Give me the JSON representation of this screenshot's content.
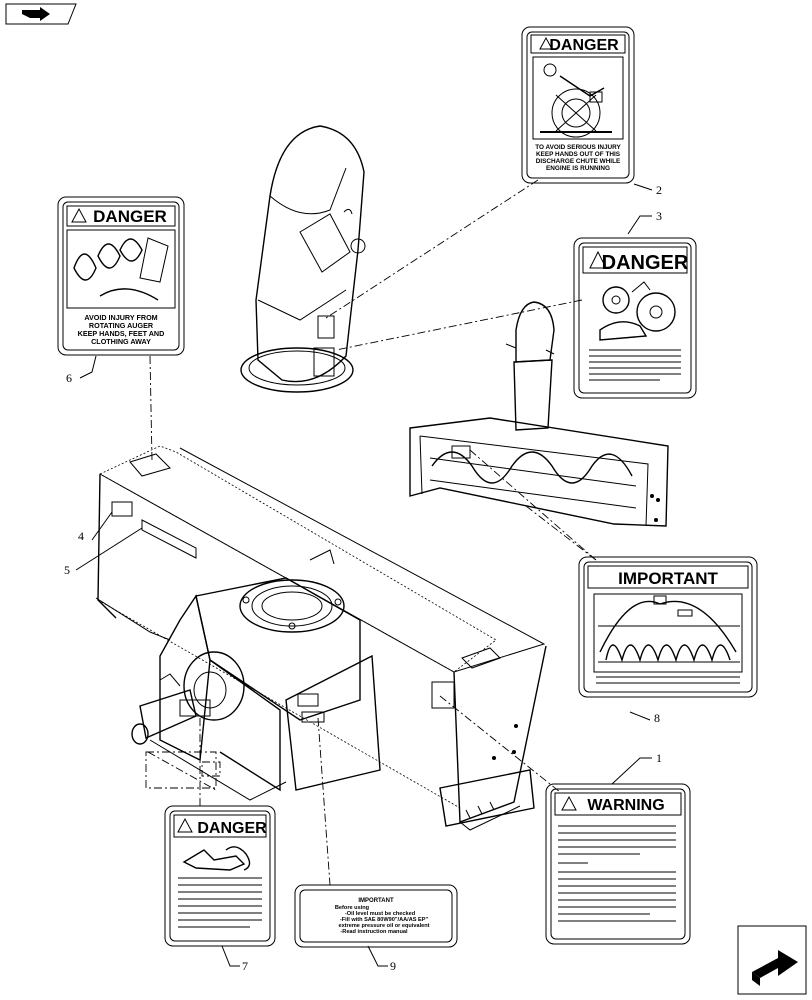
{
  "labels": {
    "danger_chute": {
      "header": "DANGER",
      "lines": [
        "TO AVOID SERIOUS INJURY",
        "KEEP HANDS OUT OF THIS",
        "DISCHARGE CHUTE WHILE",
        "ENGINE IS RUNNING"
      ]
    },
    "danger_gears": {
      "header": "DANGER"
    },
    "danger_auger": {
      "header": "DANGER",
      "lines": [
        "AVOID INJURY FROM",
        "ROTATING AUGER",
        "KEEP HANDS, FEET AND",
        "CLOTHING AWAY"
      ]
    },
    "important_auger": {
      "header": "IMPORTANT"
    },
    "warning": {
      "header": "WARNING"
    },
    "danger_bottom": {
      "header": "DANGER"
    },
    "important_oil": {
      "lines": [
        "IMPORTANT",
        "Before using",
        "-Oil level must be checked",
        "-Fill with SAE 80W90\"/AA/AS EP\"",
        "extreme pressure oil or equivalent",
        "-Read instruction manual"
      ]
    }
  },
  "callouts": [
    "1",
    "2",
    "3",
    "4",
    "5",
    "6",
    "7",
    "8",
    "9"
  ],
  "icons": {
    "top_left": "arrow-tab-icon",
    "bottom_right": "next-page-arrow-icon"
  }
}
